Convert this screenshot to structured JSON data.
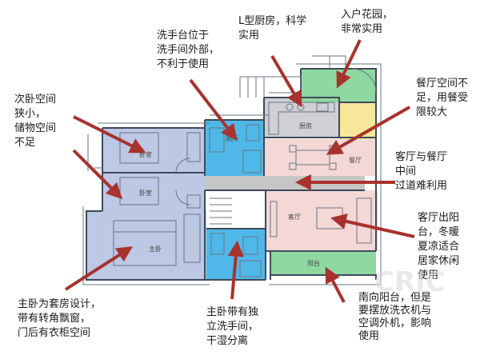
{
  "notes": {
    "bedroom2": [
      "次卧空间",
      "狭小，",
      "储物空间",
      "不足"
    ],
    "washbasin": [
      "洗手台位于",
      "洗手间外部，",
      "不利于使用"
    ],
    "kitchen": [
      "L型厨房，科学",
      "实用"
    ],
    "garden": [
      "入户花园，",
      "非常实用"
    ],
    "dining": [
      "餐厅空间不",
      "足，用餐受",
      "限较大"
    ],
    "corridor": [
      "客厅与餐厅",
      "中间",
      "过道难利用"
    ],
    "living": [
      "客厅出阳",
      "台，冬暖",
      "夏凉适合",
      "居家休闲",
      "使用"
    ],
    "master": [
      "主卧为套房设计，",
      "带有转角飘窗，",
      "门后有衣柜空间"
    ],
    "master_bath": [
      "主卧带有独",
      "立洗手间，",
      "干湿分离"
    ],
    "balcony": [
      "南向阳台，但是",
      "要摆放洗衣机与",
      "空调外机，影响",
      "使用"
    ]
  },
  "rooms": {
    "bedroom_upper": "卧室",
    "bedroom_lower": "卧室",
    "master_bedroom": "主卧",
    "bathroom": "厕所",
    "kitchen": "厨房",
    "dining": "餐厅",
    "living": "客厅",
    "balcony": "阳台"
  },
  "watermark": "CRIC",
  "colors": {
    "bedroom": "#bcc8e4",
    "bath": "#4fb8e8",
    "corridor": "#c6c6c6",
    "kitchen": "#cfcfd4",
    "dining": "#f4d8d6",
    "living": "#f4d8d6",
    "garden": "#8fd8a2",
    "yellow": "#f6e79a",
    "balcony": "#8fd8a2",
    "arrow": "#a8322e"
  }
}
